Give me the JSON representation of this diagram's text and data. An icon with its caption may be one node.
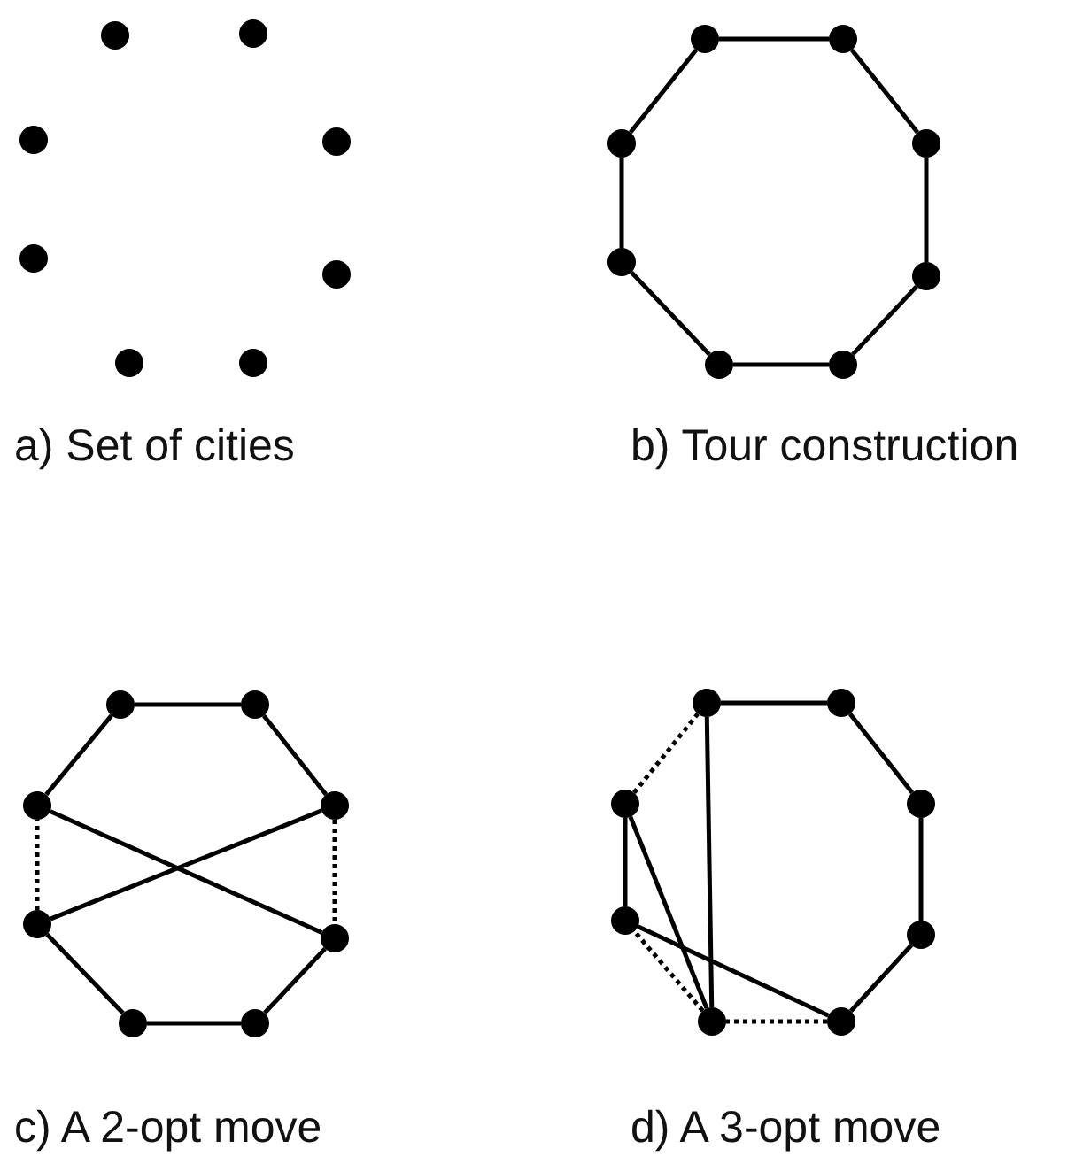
{
  "diagram": {
    "nodes": [
      {
        "text": [],
        "shape": "circle"
      },
      {
        "text": [],
        "shape": "circle"
      },
      {
        "text": [],
        "shape": "circle"
      },
      {
        "text": [],
        "shape": "circle"
      },
      {
        "text": [],
        "shape": "circle"
      },
      {
        "text": [],
        "shape": "circle"
      },
      {
        "text": [],
        "shape": "circle"
      },
      {
        "text": [],
        "shape": "circle"
      },
      {
        "text": [],
        "shape": "circle"
      },
      {
        "text": [],
        "shape": "circle"
      },
      {
        "text": [],
        "shape": "circle"
      },
      {
        "text": [],
        "shape": "circle"
      },
      {
        "text": [],
        "shape": "circle"
      },
      {
        "text": [],
        "shape": "circle"
      },
      {
        "text": [],
        "shape": "circle"
      },
      {
        "text": [],
        "shape": "circle"
      },
      {
        "text": [],
        "shape": "circle"
      },
      {
        "text": [],
        "shape": "circle"
      },
      {
        "text": [],
        "shape": "circle"
      },
      {
        "text": [],
        "shape": "circle"
      },
      {
        "text": [],
        "shape": "circle"
      },
      {
        "text": [],
        "shape": "circle"
      },
      {
        "text": [],
        "shape": "circle"
      },
      {
        "text": [],
        "shape": "circle"
      },
      {
        "text": [],
        "shape": "circle"
      },
      {
        "text": [],
        "shape": "circle"
      },
      {
        "text": [],
        "shape": "circle"
      },
      {
        "text": [],
        "shape": "circle"
      },
      {
        "text": [],
        "shape": "circle"
      },
      {
        "text": [],
        "shape": "circle"
      },
      {
        "text": [],
        "shape": "circle"
      },
      {
        "text": [],
        "shape": "circle"
      }
    ],
    "edges": [
      {
        "from": 8,
        "to": 9,
        "arrow": "none"
      },
      {
        "from": 9,
        "to": 11,
        "arrow": "none"
      },
      {
        "from": 11,
        "to": 13,
        "arrow": "none"
      },
      {
        "from": 13,
        "to": 15,
        "arrow": "none"
      },
      {
        "from": 15,
        "to": 14,
        "arrow": "none"
      },
      {
        "from": 14,
        "to": 12,
        "arrow": "none"
      },
      {
        "from": 12,
        "to": 10,
        "arrow": "none"
      },
      {
        "from": 10,
        "to": 8,
        "arrow": "none"
      },
      {
        "from": 16,
        "to": 17,
        "arrow": "none"
      },
      {
        "from": 17,
        "to": 19,
        "arrow": "none"
      },
      {
        "from": 19,
        "to": 21,
        "arrow": "none",
        "style": "dashed"
      },
      {
        "from": 21,
        "to": 23,
        "arrow": "none"
      },
      {
        "from": 23,
        "to": 22,
        "arrow": "none"
      },
      {
        "from": 22,
        "to": 20,
        "arrow": "none"
      },
      {
        "from": 20,
        "to": 18,
        "arrow": "none",
        "style": "dashed"
      },
      {
        "from": 18,
        "to": 16,
        "arrow": "none"
      },
      {
        "from": 18,
        "to": 21,
        "arrow": "none"
      },
      {
        "from": 20,
        "to": 19,
        "arrow": "none"
      },
      {
        "from": 24,
        "to": 25,
        "arrow": "none"
      },
      {
        "from": 25,
        "to": 27,
        "arrow": "none"
      },
      {
        "from": 27,
        "to": 29,
        "arrow": "none"
      },
      {
        "from": 29,
        "to": 31,
        "arrow": "none"
      },
      {
        "from": 31,
        "to": 30,
        "arrow": "none",
        "style": "dashed"
      },
      {
        "from": 30,
        "to": 28,
        "arrow": "none",
        "style": "dashed"
      },
      {
        "from": 28,
        "to": 26,
        "arrow": "none"
      },
      {
        "from": 26,
        "to": 24,
        "arrow": "none",
        "style": "dashed"
      },
      {
        "from": 24,
        "to": 30,
        "arrow": "none"
      },
      {
        "from": 26,
        "to": 30,
        "arrow": "none"
      },
      {
        "from": 28,
        "to": 31,
        "arrow": "none"
      }
    ],
    "labels": [
      "a) Set of cities",
      "b) Tour construction",
      "c) A 2-opt move",
      "d) A 3-opt move"
    ]
  }
}
